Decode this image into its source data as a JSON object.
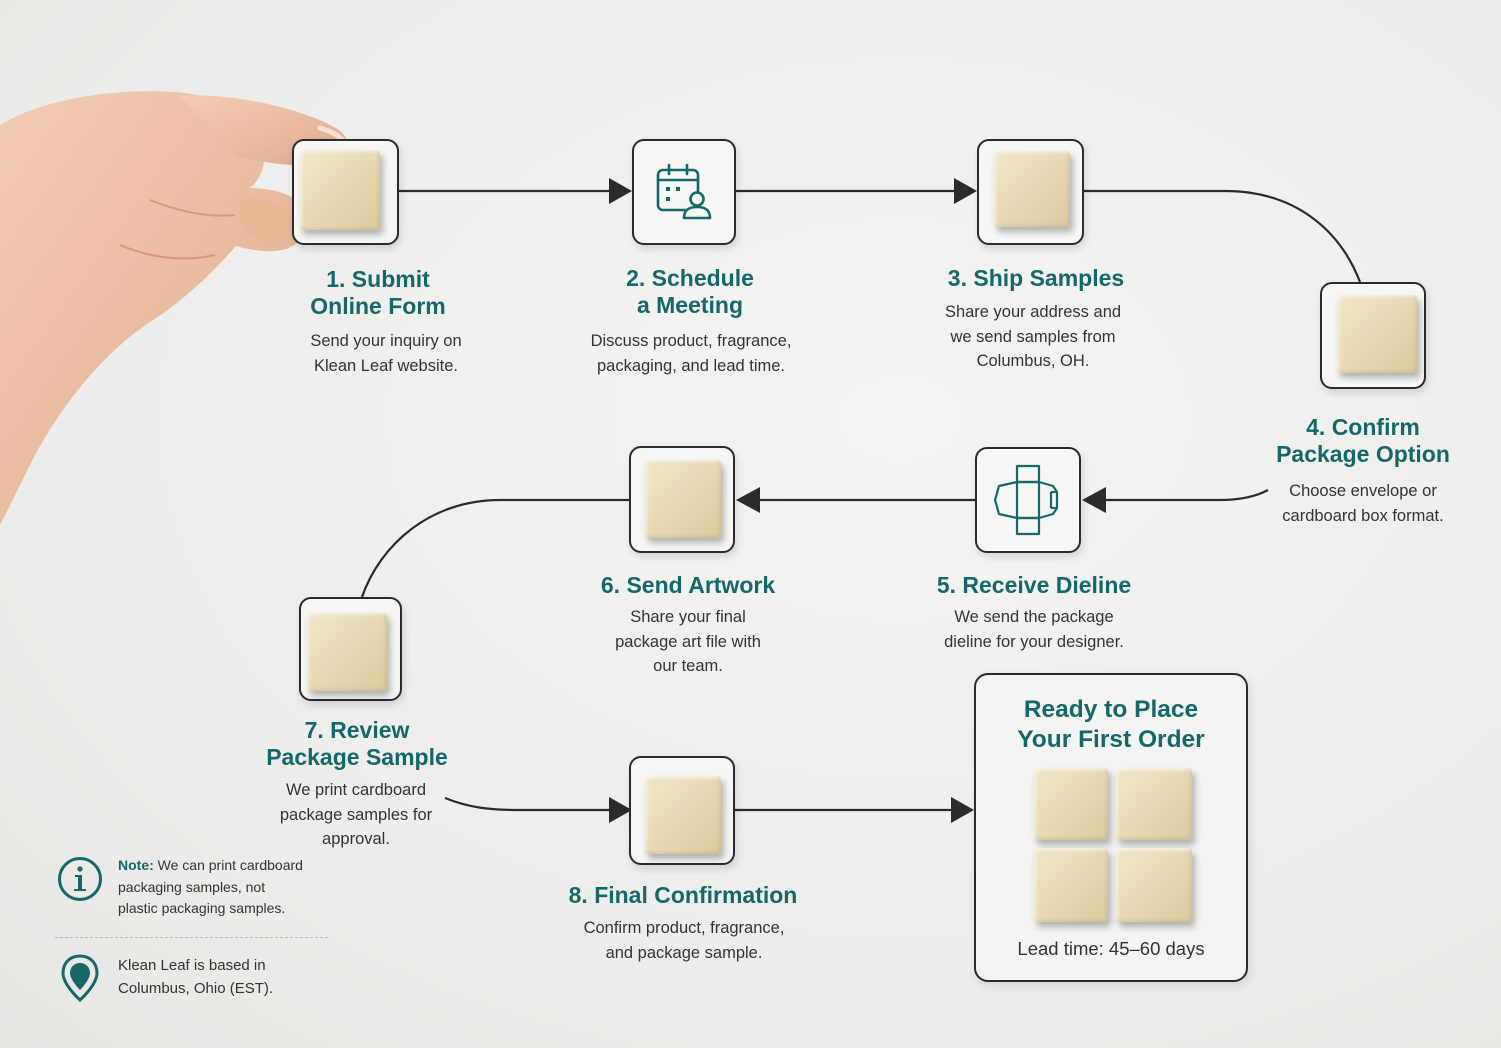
{
  "steps": [
    {
      "title_line1": "1. Submit",
      "title_line2": "Online Form",
      "desc": [
        "Send your inquiry on",
        "Klean Leaf website."
      ],
      "icon": "wood-block"
    },
    {
      "title_line1": "2. Schedule",
      "title_line2": "a Meeting",
      "desc": [
        "Discuss product, fragrance,",
        "packaging, and lead time."
      ],
      "icon": "calendar-person-icon"
    },
    {
      "title_line1": "3. Ship Samples",
      "title_line2": "",
      "desc": [
        "Share your address and",
        "we send samples from",
        "Columbus, OH."
      ],
      "icon": "wood-block"
    },
    {
      "title_line1": "4. Confirm",
      "title_line2": "Package Option",
      "desc": [
        "Choose envelope or",
        "cardboard box format."
      ],
      "icon": "wood-block"
    },
    {
      "title_line1": "5. Receive Dieline",
      "title_line2": "",
      "desc": [
        "We send the package",
        "dieline for your designer."
      ],
      "icon": "box-dieline-icon"
    },
    {
      "title_line1": "6. Send Artwork",
      "title_line2": "",
      "desc": [
        "Share your final",
        "package art file with",
        "our team."
      ],
      "icon": "wood-block"
    },
    {
      "title_line1": "7. Review",
      "title_line2": "Package Sample",
      "desc": [
        "We print cardboard",
        "package samples for",
        "approval."
      ],
      "icon": "wood-block"
    },
    {
      "title_line1": "8. Final Confirmation",
      "title_line2": "",
      "desc": [
        "Confirm product, fragrance,",
        "and package sample."
      ],
      "icon": "wood-block"
    }
  ],
  "final": {
    "title_line1": "Ready to Place",
    "title_line2": "Your First Order",
    "lead_time": "Lead time: 45–60 days"
  },
  "notes": {
    "note_label": "Note:",
    "note_line1": " We can print cardboard",
    "note_line2": "packaging samples, not",
    "note_line3": "plastic packaging samples.",
    "location_line1": "Klean Leaf is based in",
    "location_line2": "Columbus, Ohio (EST).",
    "note_icon": "info-icon",
    "location_icon": "map-pin-icon"
  },
  "colors": {
    "accent_teal": "#16676a",
    "line": "#2b2b2b",
    "block": "#e7d7b1"
  }
}
